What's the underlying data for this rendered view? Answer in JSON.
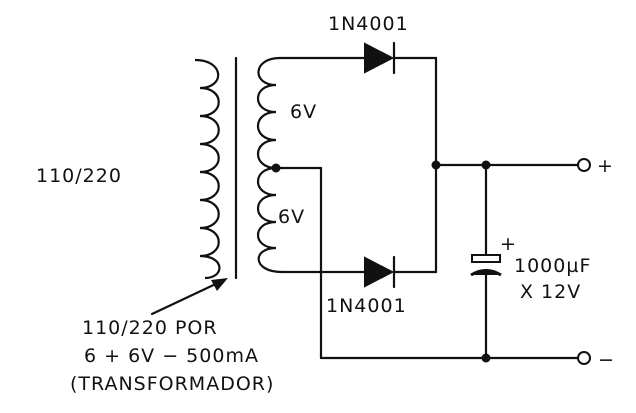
{
  "labels": {
    "input_voltage": "110/220",
    "secondary_top": "6V",
    "secondary_bottom": "6V",
    "diode_top": "1N4001",
    "diode_bottom": "1N4001",
    "cap_plus": "+",
    "cap_value": "1000µF",
    "cap_rating": "X 12V",
    "out_plus": "+",
    "out_minus": "−",
    "transformer_line1": "110/220  POR",
    "transformer_line2": "6 + 6V − 500mA",
    "transformer_line3": "(TRANSFORMADOR)"
  }
}
